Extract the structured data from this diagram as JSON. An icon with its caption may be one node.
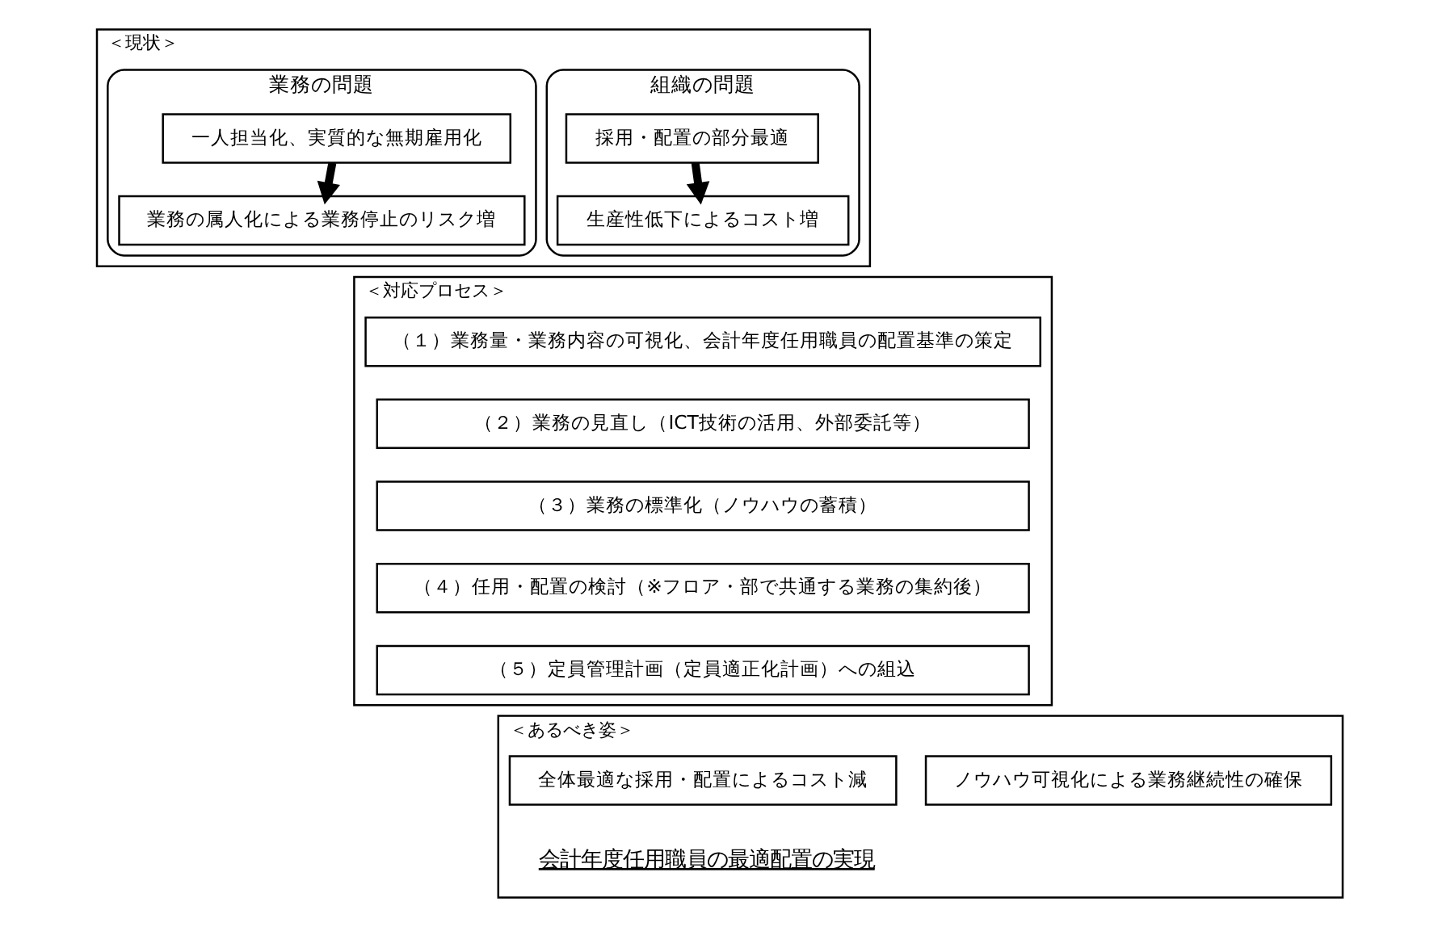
{
  "diagram": {
    "nodes": [
      {
        "text": [
          "＜現状＞"
        ]
      },
      {
        "text": [
          "組織の問題"
        ],
        "in": 0
      },
      {
        "text": [
          "採用・配置の部分最適"
        ],
        "in": 1
      },
      {
        "text": [
          "生産性低下によるコスト増"
        ],
        "in": 1
      },
      {
        "text": [
          "業務の問題"
        ],
        "in": 0
      },
      {
        "text": [
          "一人担当化、実質的な無期雇用化"
        ],
        "in": 4
      },
      {
        "text": [
          "業務の属人化による業務停止のリスク増"
        ],
        "in": 4
      },
      {
        "text": [
          "＜対応プロセス＞"
        ]
      },
      {
        "text": [
          "（１）業務量・業務内容の可視化、会計年度任用職員の配置基準の策定"
        ],
        "in": 7
      },
      {
        "text": [
          "（２）業務の見直し（ICT技術の活用、外部委託等）"
        ],
        "in": 7
      },
      {
        "text": [
          "（３）業務の標準化（ノウハウの蓄積）"
        ],
        "in": 7
      },
      {
        "text": [
          "（４）任用・配置の検討（※フロア・部で共通する業務の集約後）"
        ],
        "in": 7
      },
      {
        "text": [
          "（５）定員管理計画（定員適正化計画）への組込"
        ],
        "in": 7
      },
      {
        "text": [
          "＜あるべき姿＞"
        ]
      },
      {
        "text": [
          "全体最適な採用・配置によるコスト減"
        ],
        "in": 13
      },
      {
        "text": [
          "ノウハウ可視化による業務継続性の確保"
        ],
        "in": 13
      }
    ],
    "edges": [
      {
        "from": 2,
        "to": 3,
        "arrow": "to"
      },
      {
        "from": 5,
        "to": 6,
        "arrow": "to"
      }
    ],
    "labels": [
      "会計年度任用職員の最適配置の実現"
    ]
  }
}
